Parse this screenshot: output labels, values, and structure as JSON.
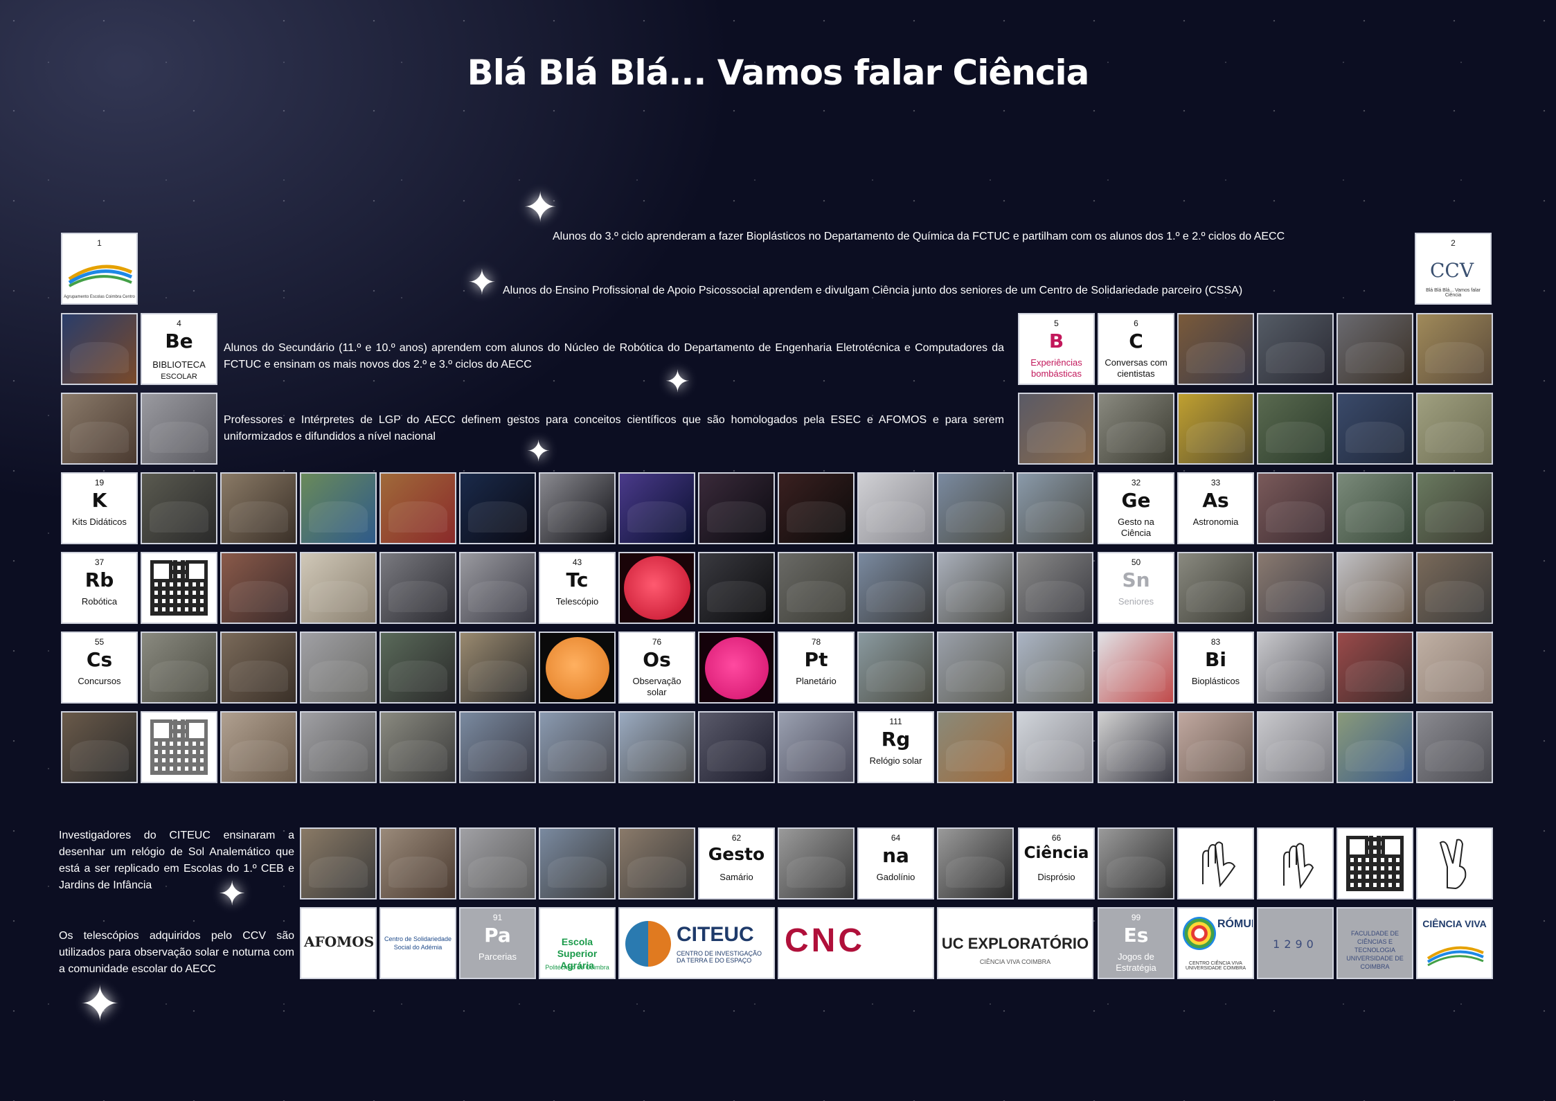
{
  "title": "Blá Blá Blá... Vamos falar Ciência",
  "descriptions": {
    "d1": "Alunos do 3.º ciclo aprenderam a fazer Bioplásticos no Departamento de Química da FCTUC e partilham com os alunos dos 1.º e 2.º ciclos do AECC",
    "d2": "Alunos do Ensino Profissional de Apoio Psicossocial aprendem e divulgam Ciência junto dos seniores de um Centro de Solidariedade parceiro (CSSA)",
    "d3": "Alunos do Secundário (11.º e 10.º anos) aprendem com alunos do Núcleo de Robótica do Departamento de Engenharia Eletrotécnica e Computadores da FCTUC e ensinam os mais novos dos 2.º e 3.º ciclos do AECC",
    "d4": "Professores e Intérpretes de LGP do AECC definem gestos para conceitos científicos que são homologados pela ESEC e AFOMOS e para serem uniformizados e difundidos a nível nacional",
    "d5": "Investigadores do CITEUC ensinaram a desenhar um relógio de Sol Analemático que está a ser replicado em Escolas do 1.º CEB e Jardins de Infância",
    "d6": "Os telescópios adquiridos pelo CCV são utilizados para observação solar e noturna com a comunidade escolar do AECC"
  },
  "elements": {
    "e1": {
      "num": "1",
      "logo": "Agrupamento Escolas Coimbra Centro"
    },
    "e2": {
      "num": "2",
      "logo": "Blá Blá Blá... Vamos falar Ciência"
    },
    "e4": {
      "num": "4",
      "sym": "Be",
      "name1": "BIBLIOTECA",
      "name2": "ESCOLAR"
    },
    "e5": {
      "num": "5",
      "sym": "B",
      "name": "Experiências bombásticas"
    },
    "e6": {
      "num": "6",
      "sym": "C",
      "name": "Conversas com cientistas"
    },
    "e19": {
      "num": "19",
      "sym": "K",
      "name": "Kits Didáticos"
    },
    "e32": {
      "num": "32",
      "sym": "Ge",
      "name": "Gesto na  Ciência"
    },
    "e33": {
      "num": "33",
      "sym": "As",
      "name": "Astronomia"
    },
    "e37": {
      "num": "37",
      "sym": "Rb",
      "name": "Robótica"
    },
    "e43": {
      "num": "43",
      "sym": "Tc",
      "name": "Telescópio"
    },
    "e50": {
      "num": "50",
      "sym": "Sn",
      "name": "Seniores"
    },
    "e55": {
      "num": "55",
      "sym": "Cs",
      "name": "Concursos"
    },
    "e76": {
      "num": "76",
      "sym": "Os",
      "name": "Observação solar"
    },
    "e78": {
      "num": "78",
      "sym": "Pt",
      "name": "Planetário"
    },
    "e83": {
      "num": "83",
      "sym": "Bi",
      "name": "Bioplásticos"
    },
    "e111": {
      "num": "111",
      "sym": "Rg",
      "name": "Relógio solar"
    },
    "e62": {
      "num": "62",
      "sym": "Gesto",
      "name": "Samário"
    },
    "e64": {
      "num": "64",
      "sym": "na",
      "name": "Gadolínio"
    },
    "e66": {
      "num": "66",
      "sym": "Ciência",
      "name": "Disprósio"
    },
    "e91": {
      "num": "91",
      "sym": "Pa",
      "name": "Parcerias"
    },
    "e99": {
      "num": "99",
      "sym": "Es",
      "name": "Jogos de Estratégia"
    }
  },
  "partner_logos": {
    "afomos": "AFOMOS",
    "cssa": "Centro de Solidariedade Social do Adémia",
    "esac": "Escola Superior Agrária",
    "esac_sub": "Politécnico de Coimbra",
    "citeuc": "CITEUC",
    "citeuc_sub": "CENTRO DE INVESTIGAÇÃO DA TERRA E DO ESPAÇO",
    "cnc": "CNC",
    "uc": "UC EXPLORATÓRIO",
    "uc_sub": "CIÊNCIA VIVA COIMBRA",
    "romulo": "RÓMULO",
    "romulo_sub": "CENTRO CIÊNCIA VIVA UNIVERSIDADE COIMBRA",
    "uc1290": "1290",
    "fctuc": "FACULDADE DE CIÊNCIAS E TECNOLOGIA UNIVERSIDADE DE COIMBRA",
    "cviva": "CIÊNCIA VIVA"
  },
  "colors": {
    "element_b": "#c2185b",
    "background": "#0c0e22"
  }
}
